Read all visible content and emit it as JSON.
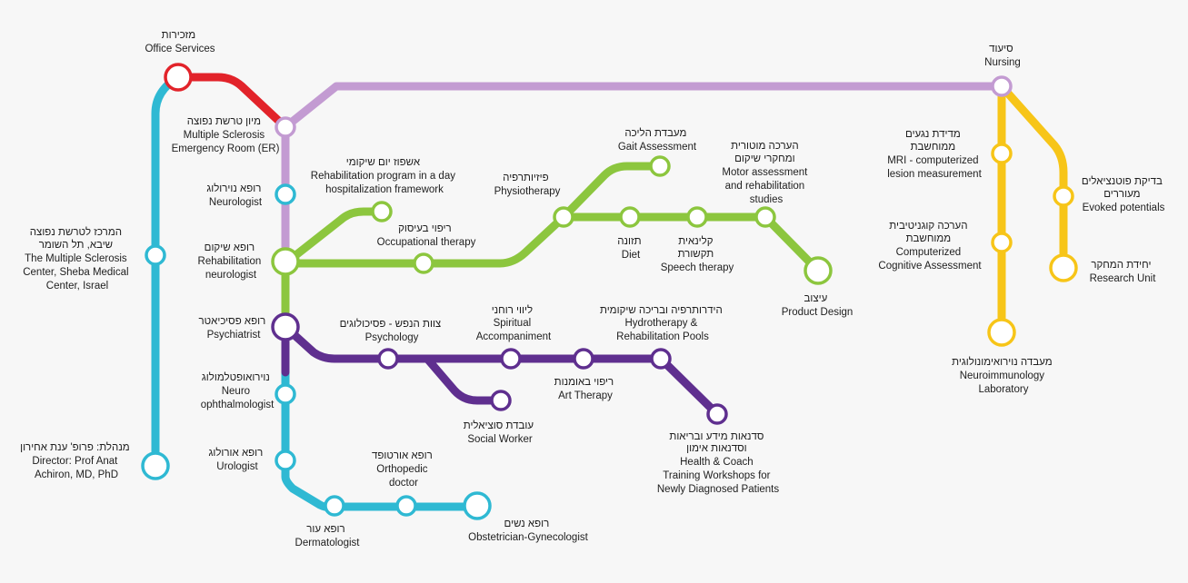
{
  "colors": {
    "office": "#e2232a",
    "nursing": "#c39bd2",
    "ms_center": "#2fb9d3",
    "rehab": "#8cc63e",
    "psychiatry": "#5f2f8f",
    "research": "#f7c518",
    "background": "#f7f7f7",
    "text": "#1e1e1e"
  },
  "lines": [
    {
      "id": "office",
      "color_key": "office"
    },
    {
      "id": "nursing",
      "color_key": "nursing"
    },
    {
      "id": "ms_center",
      "color_key": "ms_center"
    },
    {
      "id": "rehab",
      "color_key": "rehab"
    },
    {
      "id": "psychiatry",
      "color_key": "psychiatry"
    },
    {
      "id": "research",
      "color_key": "research"
    }
  ],
  "stations": [
    {
      "id": "office-services",
      "lines": [
        "office"
      ],
      "lines_label": [
        "מזכירות",
        "Office Services"
      ]
    },
    {
      "id": "nursing",
      "lines_label": [
        "סיעוד",
        "Nursing"
      ]
    },
    {
      "id": "ms-er",
      "lines_label": [
        "מיון טרשת נפוצה",
        "Multiple Sclerosis",
        "Emergency Room (ER)"
      ]
    },
    {
      "id": "neurologist",
      "lines_label": [
        "רופא נוירולוג",
        "Neurologist"
      ]
    },
    {
      "id": "rehab-neurologist",
      "lines_label": [
        "רופא שיקום",
        "Rehabilitation",
        "neurologist"
      ]
    },
    {
      "id": "ms-center",
      "lines_label": [
        "המרכז לטרשת נפוצה",
        "שיבא, תל השומר",
        "The Multiple Sclerosis",
        "Center, Sheba Medical",
        "Center, Israel"
      ]
    },
    {
      "id": "director",
      "lines_label": [
        "מנהלת: פרופ' ענת אחירון",
        "Director:  Prof Anat",
        "Achiron, MD, PhD"
      ]
    },
    {
      "id": "psychiatrist",
      "lines_label": [
        "רופא פסיכיאטר",
        "Psychiatrist"
      ]
    },
    {
      "id": "neuro-ophthalmologist",
      "lines_label": [
        "נוירואופטלמולוג",
        "Neuro",
        "ophthalmologist"
      ]
    },
    {
      "id": "urologist",
      "lines_label": [
        "רופא אורולוג",
        "Urologist"
      ]
    },
    {
      "id": "dermatologist",
      "lines_label": [
        "רופא עור",
        "Dermatologist"
      ]
    },
    {
      "id": "orthopedic",
      "lines_label": [
        "רופא אורטופד",
        "Orthopedic",
        "doctor"
      ]
    },
    {
      "id": "gynecologist",
      "lines_label": [
        "רופא נשים",
        "Obstetrician-Gynecologist"
      ]
    },
    {
      "id": "rehab-day",
      "lines_label": [
        "אשפוז יום שיקומי",
        "Rehabilitation program in a day",
        "hospitalization framework"
      ]
    },
    {
      "id": "occupational",
      "lines_label": [
        "ריפוי בעיסוק",
        "Occupational therapy"
      ]
    },
    {
      "id": "physiotherapy",
      "lines_label": [
        "פיזיותרפיה",
        "Physiotherapy"
      ]
    },
    {
      "id": "gait",
      "lines_label": [
        "מעבדת הליכה",
        "Gait Assessment"
      ]
    },
    {
      "id": "diet",
      "lines_label": [
        "תזונה",
        "Diet"
      ]
    },
    {
      "id": "speech",
      "lines_label": [
        "קלינאית",
        "תקשורת",
        "Speech therapy"
      ]
    },
    {
      "id": "motor",
      "lines_label": [
        "הערכה מוטורית",
        "ומחקרי שיקום",
        "Motor assessment",
        "and rehabilitation",
        "studies"
      ]
    },
    {
      "id": "product-design",
      "lines_label": [
        "עיצוב",
        "Product Design"
      ]
    },
    {
      "id": "psychology",
      "lines_label": [
        "צוות הנפש - פסיכולוגים",
        "Psychology"
      ]
    },
    {
      "id": "spiritual",
      "lines_label": [
        "ליווי רוחני",
        "Spiritual",
        "Accompaniment"
      ]
    },
    {
      "id": "art-therapy",
      "lines_label": [
        "ריפוי באומנות",
        "Art Therapy"
      ]
    },
    {
      "id": "hydrotherapy",
      "lines_label": [
        "הידרותרפיה ובריכה שיקומית",
        "Hydrotherapy &",
        "Rehabilitation Pools"
      ]
    },
    {
      "id": "social-worker",
      "lines_label": [
        "עובדת סוציאלית",
        "Social Worker"
      ]
    },
    {
      "id": "workshops",
      "lines_label": [
        "סדנאות מידע ובריאות",
        "וסדנאות אימון",
        "Health & Coach",
        "Training Workshops for",
        "Newly Diagnosed Patients"
      ]
    },
    {
      "id": "mri",
      "lines_label": [
        "מדידת נגעים",
        "ממוחשבת",
        "MRI - computerized",
        "lesion measurement"
      ]
    },
    {
      "id": "cognitive",
      "lines_label": [
        "הערכה קוגניטיבית",
        "ממוחשבת",
        "Computerized",
        "Cognitive Assessment"
      ]
    },
    {
      "id": "neuroimmunology",
      "lines_label": [
        "מעבדה נוירואימונולוגית",
        "Neuroimmunology",
        "Laboratory"
      ]
    },
    {
      "id": "evoked",
      "lines_label": [
        "בדיקת פוטנציאלים",
        "מעוררים",
        "Evoked potentials"
      ]
    },
    {
      "id": "research-unit",
      "lines_label": [
        "יחידת המחקר",
        "Research Unit"
      ]
    }
  ]
}
